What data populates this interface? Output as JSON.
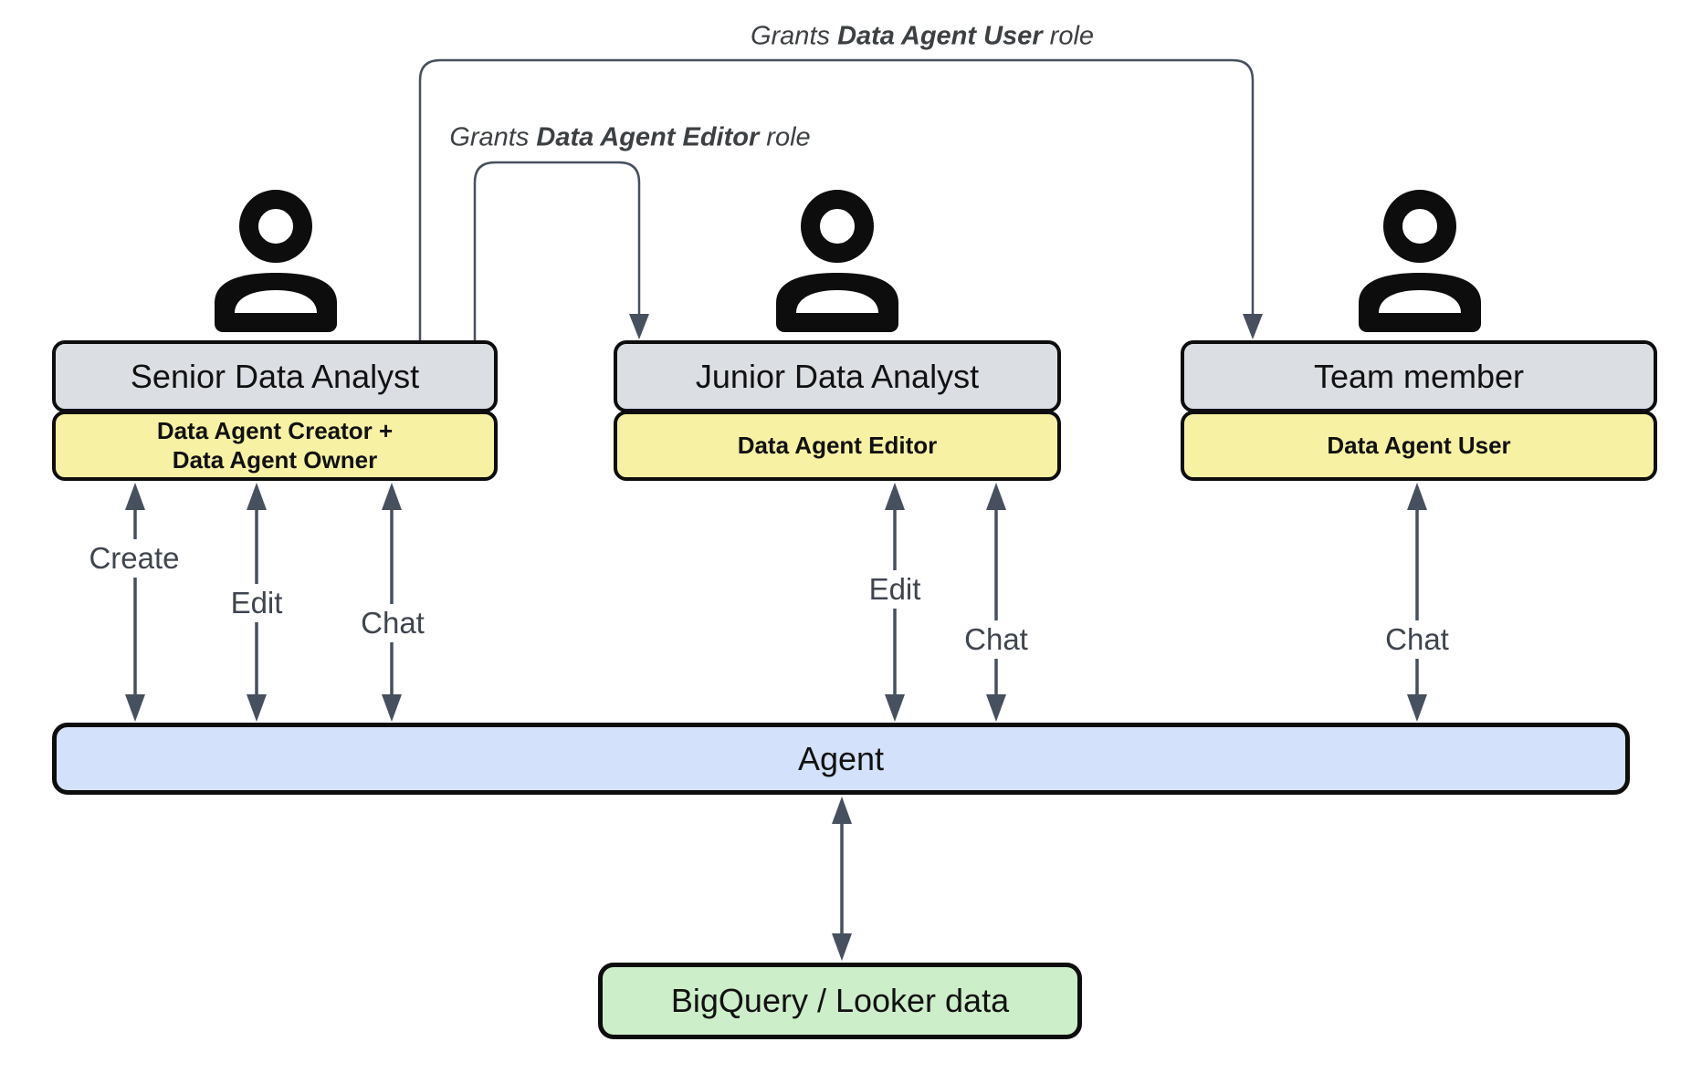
{
  "colors": {
    "actor_header_fill": "#dbdee3",
    "role_badge_fill": "#f7f2a3",
    "agent_fill": "#d3e1fa",
    "datasource_fill": "#cceec9",
    "connector": "#47505e"
  },
  "grants": {
    "user": {
      "prefix": "Grants ",
      "bold": "Data Agent User",
      "suffix": " role"
    },
    "editor": {
      "prefix": "Grants ",
      "bold": "Data Agent Editor",
      "suffix": " role"
    }
  },
  "actors": [
    {
      "title": "Senior Data Analyst",
      "role_line1": "Data Agent Creator +",
      "role_line2": "Data Agent Owner"
    },
    {
      "title": "Junior Data Analyst",
      "role_line1": "Data Agent Editor",
      "role_line2": ""
    },
    {
      "title": "Team member",
      "role_line1": "Data Agent User",
      "role_line2": ""
    }
  ],
  "interactions": {
    "senior": [
      "Create",
      "Edit",
      "Chat"
    ],
    "junior": [
      "Edit",
      "Chat"
    ],
    "team": [
      "Chat"
    ]
  },
  "agent": {
    "label": "Agent"
  },
  "datasource": {
    "label": "BigQuery / Looker data"
  }
}
